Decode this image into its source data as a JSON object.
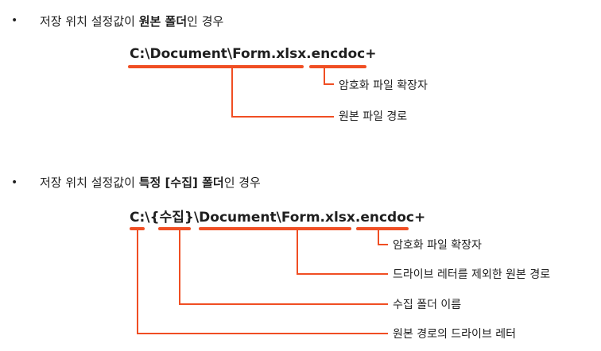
{
  "colors": {
    "accent": "#f04e23",
    "text": "#1f1f1f"
  },
  "section1": {
    "bullet": "•",
    "heading_pre": "저장 위치 설정값이 ",
    "heading_bold": "원본 폴더",
    "heading_post": "인 경우",
    "path": "C:\\Document\\Form.xlsx.encdoc+",
    "labels": {
      "extension": "암호화 파일 확장자",
      "original_path": "원본 파일 경로"
    }
  },
  "section2": {
    "bullet": "•",
    "heading_pre": "저장 위치 설정값이 ",
    "heading_bold": "특정 [수집] 폴더",
    "heading_post": "인 경우",
    "path": "C:\\{수집}\\Document\\Form.xlsx.encdoc+",
    "labels": {
      "extension": "암호화 파일 확장자",
      "path_without_drive": "드라이브 레터를 제외한 원본 경로",
      "collect_folder": "수집 폴더 이름",
      "drive_letter": "원본 경로의 드라이브 레터"
    }
  }
}
